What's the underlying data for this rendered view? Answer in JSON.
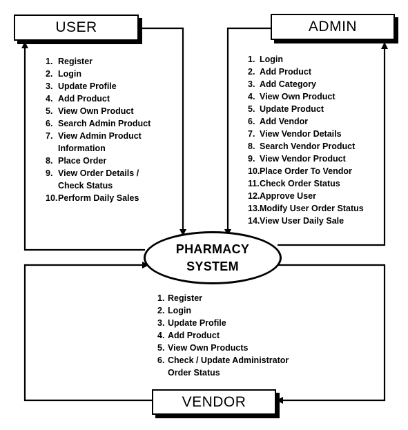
{
  "actors": {
    "user": "USER",
    "admin": "ADMIN",
    "vendor": "VENDOR"
  },
  "system": {
    "line1": "PHARMACY",
    "line2": "SYSTEM"
  },
  "user_functions": [
    {
      "num": "1.",
      "lines": [
        "Register"
      ]
    },
    {
      "num": "2.",
      "lines": [
        "Login"
      ]
    },
    {
      "num": "3.",
      "lines": [
        "Update Profile"
      ]
    },
    {
      "num": "4.",
      "lines": [
        "Add Product"
      ]
    },
    {
      "num": "5.",
      "lines": [
        "View Own Product"
      ]
    },
    {
      "num": "6.",
      "lines": [
        "Search Admin Product"
      ]
    },
    {
      "num": "7.",
      "lines": [
        "View Admin Product",
        "Information"
      ]
    },
    {
      "num": "8.",
      "lines": [
        "Place Order"
      ]
    },
    {
      "num": "9.",
      "lines": [
        "View Order Details /",
        "Check Status"
      ]
    },
    {
      "num": "10.",
      "lines": [
        "Perform Daily Sales"
      ]
    }
  ],
  "admin_functions": [
    {
      "num": "1.",
      "lines": [
        "Login"
      ]
    },
    {
      "num": "2.",
      "lines": [
        "Add Product"
      ]
    },
    {
      "num": "3.",
      "lines": [
        "Add Category"
      ]
    },
    {
      "num": "4.",
      "lines": [
        "View Own Product"
      ]
    },
    {
      "num": "5.",
      "lines": [
        "Update Product"
      ]
    },
    {
      "num": "6.",
      "lines": [
        "Add Vendor"
      ]
    },
    {
      "num": "7.",
      "lines": [
        "View Vendor Details"
      ]
    },
    {
      "num": "8.",
      "lines": [
        "Search Vendor Product"
      ]
    },
    {
      "num": "9.",
      "lines": [
        "View Vendor Product"
      ]
    },
    {
      "num": "10.",
      "lines": [
        "Place Order To Vendor"
      ]
    },
    {
      "num": "11.",
      "lines": [
        "Check Order Status"
      ]
    },
    {
      "num": "12.",
      "lines": [
        "Approve User"
      ]
    },
    {
      "num": "13.",
      "lines": [
        "Modify User Order Status"
      ]
    },
    {
      "num": "14.",
      "lines": [
        "View User Daily Sale"
      ]
    }
  ],
  "vendor_functions": [
    {
      "num": "1.",
      "lines": [
        "Register"
      ]
    },
    {
      "num": "2.",
      "lines": [
        "Login"
      ]
    },
    {
      "num": "3.",
      "lines": [
        "Update Profile"
      ]
    },
    {
      "num": "4.",
      "lines": [
        "Add Product"
      ]
    },
    {
      "num": "5.",
      "lines": [
        "View Own Products"
      ]
    },
    {
      "num": "6.",
      "lines": [
        "Check / Update Administrator",
        "Order Status"
      ]
    }
  ]
}
